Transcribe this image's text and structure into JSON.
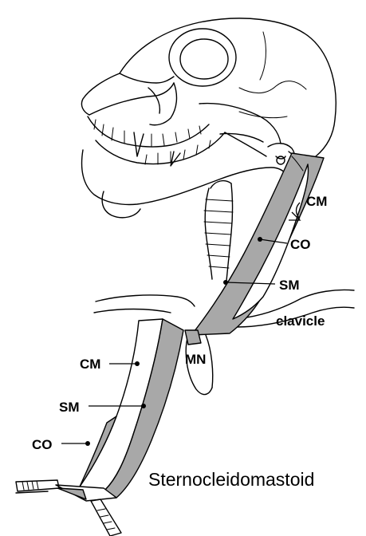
{
  "title": "Sternocleidomastoid",
  "labels": {
    "upper_cm": "CM",
    "upper_co": "CO",
    "upper_sm": "SM",
    "clavicle": "clavicle",
    "mn": "MN",
    "lower_cm": "CM",
    "lower_sm": "SM",
    "lower_co": "CO"
  }
}
